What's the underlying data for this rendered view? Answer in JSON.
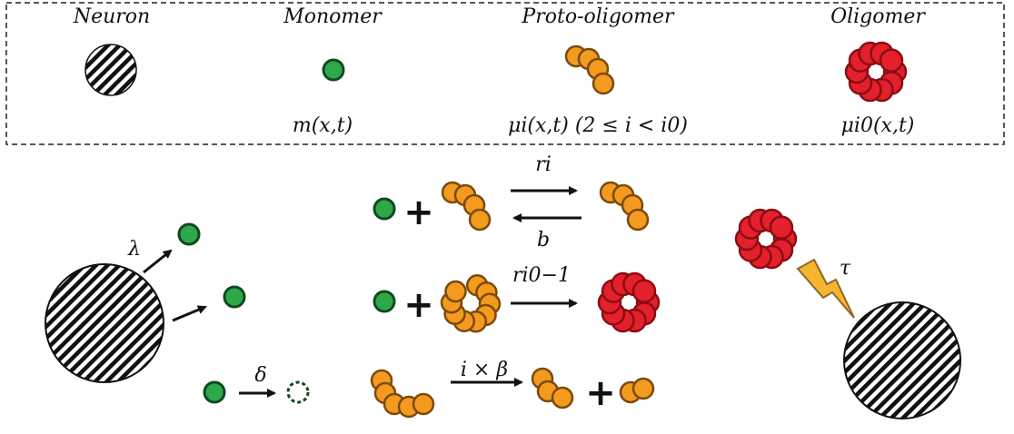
{
  "legend": {
    "neuron_label": "Neuron",
    "monomer_label": "Monomer",
    "proto_label": "Proto-oligomer",
    "oligomer_label": "Oligomer",
    "monomer_formula": "m(x,t)",
    "proto_formula": "μi(x,t) (2 ≤ i < i0)",
    "oligomer_formula": "μi0(x,t)"
  },
  "labels": {
    "lambda": "λ",
    "delta": "δ",
    "r_i": "ri",
    "b": "b",
    "r_i0_minus_1": "ri0−1",
    "i_times_beta": "i × β",
    "tau": "τ",
    "plus": "+"
  },
  "colors": {
    "monomer_fill": "#2ea84a",
    "monomer_stroke": "#0f4a1e",
    "proto_fill": "#f39a1f",
    "proto_stroke": "#7a4a0c",
    "oligomer_fill": "#e3202b",
    "oligomer_stroke": "#8a0d14",
    "lightning_fill": "#f5b52e",
    "lightning_stroke": "#8a6a2a"
  },
  "icons": [
    "neuron-icon",
    "monomer-icon",
    "proto-oligomer-icon",
    "oligomer-icon",
    "arrow-icon",
    "lightning-icon"
  ]
}
